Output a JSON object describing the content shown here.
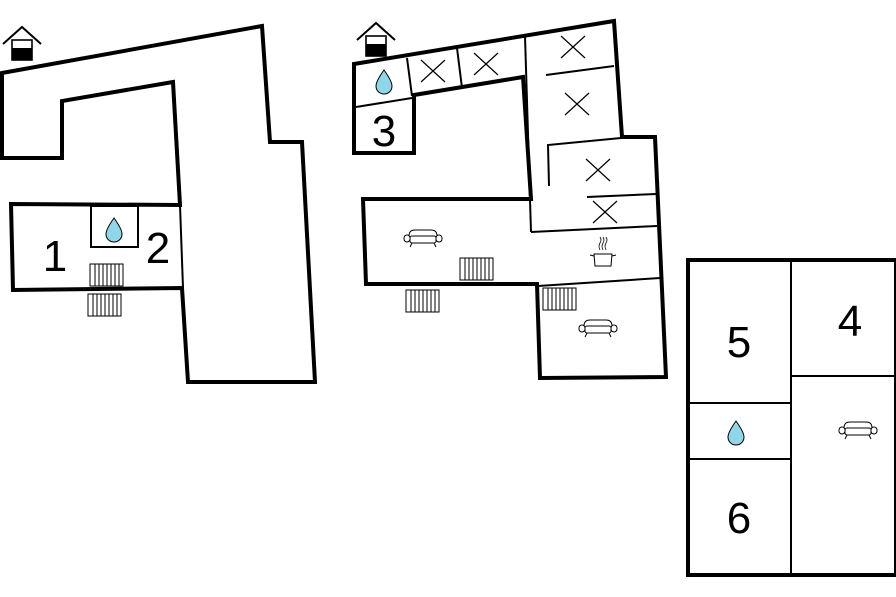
{
  "floorplans": [
    {
      "rooms": [
        {
          "number": "1"
        },
        {
          "number": "2"
        }
      ]
    },
    {
      "rooms": [
        {
          "number": "3"
        }
      ]
    },
    {
      "rooms": [
        {
          "number": "5"
        },
        {
          "number": "4"
        },
        {
          "number": "6"
        }
      ]
    }
  ],
  "icons": {
    "entrance": "house-entrance-icon",
    "bathroom": "water-drop-icon",
    "bedroom": "bed-cross-icon",
    "radiator": "radiator-icon",
    "living": "sofa-icon",
    "kitchen": "cooking-pot-icon"
  },
  "colors": {
    "water": "#8fd6e8",
    "wall": "#000000"
  }
}
